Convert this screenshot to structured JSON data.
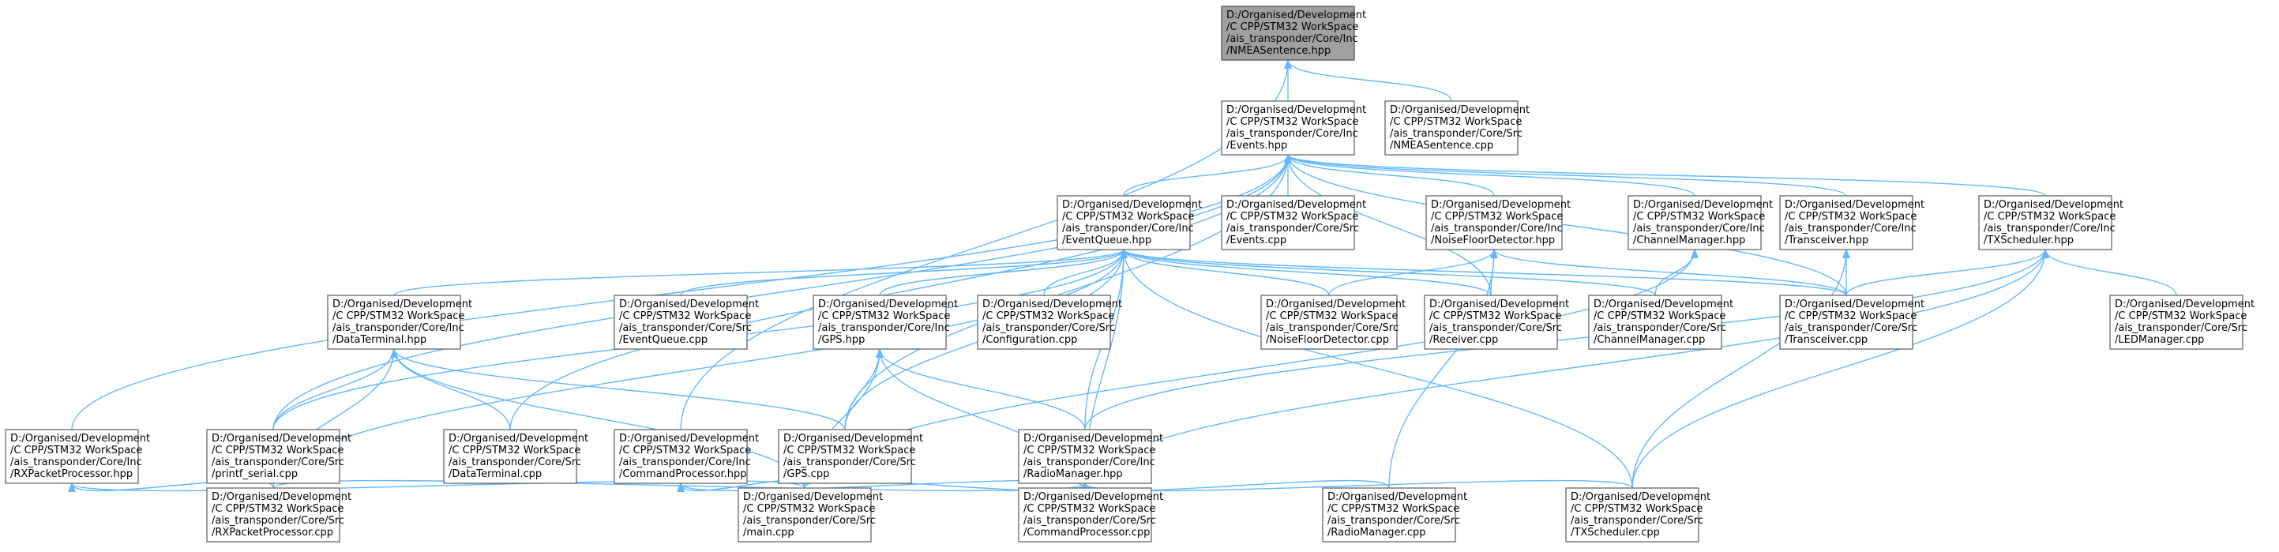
{
  "graph": {
    "edge_color": "#63b8ff",
    "root_fill": "#a0a0a0",
    "nodes": [
      {
        "id": "nmea_hpp",
        "lines": [
          "D:/Organised/Development",
          "/C CPP/STM32 WorkSpace",
          "/ais_transponder/Core/Inc",
          "/NMEASentence.hpp"
        ],
        "root": true
      },
      {
        "id": "events_hpp",
        "lines": [
          "D:/Organised/Development",
          "/C CPP/STM32 WorkSpace",
          "/ais_transponder/Core/Inc",
          "/Events.hpp"
        ]
      },
      {
        "id": "nmea_cpp",
        "lines": [
          "D:/Organised/Development",
          "/C CPP/STM32 WorkSpace",
          "/ais_transponder/Core/Src",
          "/NMEASentence.cpp"
        ]
      },
      {
        "id": "eventqueue_hpp",
        "lines": [
          "D:/Organised/Development",
          "/C CPP/STM32 WorkSpace",
          "/ais_transponder/Core/Inc",
          "/EventQueue.hpp"
        ]
      },
      {
        "id": "events_cpp",
        "lines": [
          "D:/Organised/Development",
          "/C CPP/STM32 WorkSpace",
          "/ais_transponder/Core/Src",
          "/Events.cpp"
        ]
      },
      {
        "id": "noisefloor_hpp",
        "lines": [
          "D:/Organised/Development",
          "/C CPP/STM32 WorkSpace",
          "/ais_transponder/Core/Inc",
          "/NoiseFloorDetector.hpp"
        ]
      },
      {
        "id": "channelmgr_hpp",
        "lines": [
          "D:/Organised/Development",
          "/C CPP/STM32 WorkSpace",
          "/ais_transponder/Core/Inc",
          "/ChannelManager.hpp"
        ]
      },
      {
        "id": "transceiver_hpp",
        "lines": [
          "D:/Organised/Development",
          "/C CPP/STM32 WorkSpace",
          "/ais_transponder/Core/Inc",
          "/Transceiver.hpp"
        ]
      },
      {
        "id": "txscheduler_hpp",
        "lines": [
          "D:/Organised/Development",
          "/C CPP/STM32 WorkSpace",
          "/ais_transponder/Core/Inc",
          "/TXScheduler.hpp"
        ]
      },
      {
        "id": "dataterminal_hpp",
        "lines": [
          "D:/Organised/Development",
          "/C CPP/STM32 WorkSpace",
          "/ais_transponder/Core/Inc",
          "/DataTerminal.hpp"
        ]
      },
      {
        "id": "eventqueue_cpp",
        "lines": [
          "D:/Organised/Development",
          "/C CPP/STM32 WorkSpace",
          "/ais_transponder/Core/Src",
          "/EventQueue.cpp"
        ]
      },
      {
        "id": "gps_hpp",
        "lines": [
          "D:/Organised/Development",
          "/C CPP/STM32 WorkSpace",
          "/ais_transponder/Core/Inc",
          "/GPS.hpp"
        ]
      },
      {
        "id": "configuration_cpp",
        "lines": [
          "D:/Organised/Development",
          "/C CPP/STM32 WorkSpace",
          "/ais_transponder/Core/Src",
          "/Configuration.cpp"
        ]
      },
      {
        "id": "noisefloor_cpp",
        "lines": [
          "D:/Organised/Development",
          "/C CPP/STM32 WorkSpace",
          "/ais_transponder/Core/Src",
          "/NoiseFloorDetector.cpp"
        ]
      },
      {
        "id": "receiver_cpp",
        "lines": [
          "D:/Organised/Development",
          "/C CPP/STM32 WorkSpace",
          "/ais_transponder/Core/Src",
          "/Receiver.cpp"
        ]
      },
      {
        "id": "channelmgr_cpp",
        "lines": [
          "D:/Organised/Development",
          "/C CPP/STM32 WorkSpace",
          "/ais_transponder/Core/Src",
          "/ChannelManager.cpp"
        ]
      },
      {
        "id": "transceiver_cpp",
        "lines": [
          "D:/Organised/Development",
          "/C CPP/STM32 WorkSpace",
          "/ais_transponder/Core/Src",
          "/Transceiver.cpp"
        ]
      },
      {
        "id": "ledmanager_cpp",
        "lines": [
          "D:/Organised/Development",
          "/C CPP/STM32 WorkSpace",
          "/ais_transponder/Core/Src",
          "/LEDManager.cpp"
        ]
      },
      {
        "id": "rxpacket_hpp",
        "lines": [
          "D:/Organised/Development",
          "/C CPP/STM32 WorkSpace",
          "/ais_transponder/Core/Inc",
          "/RXPacketProcessor.hpp"
        ]
      },
      {
        "id": "printf_cpp",
        "lines": [
          "D:/Organised/Development",
          "/C CPP/STM32 WorkSpace",
          "/ais_transponder/Core/Src",
          "/printf_serial.cpp"
        ]
      },
      {
        "id": "dataterminal_cpp",
        "lines": [
          "D:/Organised/Development",
          "/C CPP/STM32 WorkSpace",
          "/ais_transponder/Core/Src",
          "/DataTerminal.cpp"
        ]
      },
      {
        "id": "cmdproc_hpp",
        "lines": [
          "D:/Organised/Development",
          "/C CPP/STM32 WorkSpace",
          "/ais_transponder/Core/Inc",
          "/CommandProcessor.hpp"
        ]
      },
      {
        "id": "gps_cpp",
        "lines": [
          "D:/Organised/Development",
          "/C CPP/STM32 WorkSpace",
          "/ais_transponder/Core/Src",
          "/GPS.cpp"
        ]
      },
      {
        "id": "radiomgr_hpp",
        "lines": [
          "D:/Organised/Development",
          "/C CPP/STM32 WorkSpace",
          "/ais_transponder/Core/Inc",
          "/RadioManager.hpp"
        ]
      },
      {
        "id": "rxpacket_cpp",
        "lines": [
          "D:/Organised/Development",
          "/C CPP/STM32 WorkSpace",
          "/ais_transponder/Core/Src",
          "/RXPacketProcessor.cpp"
        ]
      },
      {
        "id": "main_cpp",
        "lines": [
          "D:/Organised/Development",
          "/C CPP/STM32 WorkSpace",
          "/ais_transponder/Core/Src",
          "/main.cpp"
        ]
      },
      {
        "id": "cmdproc_cpp",
        "lines": [
          "D:/Organised/Development",
          "/C CPP/STM32 WorkSpace",
          "/ais_transponder/Core/Src",
          "/CommandProcessor.cpp"
        ]
      },
      {
        "id": "radiomgr_cpp",
        "lines": [
          "D:/Organised/Development",
          "/C CPP/STM32 WorkSpace",
          "/ais_transponder/Core/Src",
          "/RadioManager.cpp"
        ]
      },
      {
        "id": "txscheduler_cpp",
        "lines": [
          "D:/Organised/Development",
          "/C CPP/STM32 WorkSpace",
          "/ais_transponder/Core/Src",
          "/TXScheduler.cpp"
        ]
      }
    ],
    "edges": [
      [
        "events_hpp",
        "nmea_hpp"
      ],
      [
        "nmea_cpp",
        "nmea_hpp"
      ],
      [
        "cmdproc_hpp",
        "nmea_hpp"
      ],
      [
        "eventqueue_hpp",
        "events_hpp"
      ],
      [
        "events_cpp",
        "events_hpp"
      ],
      [
        "noisefloor_hpp",
        "events_hpp"
      ],
      [
        "channelmgr_hpp",
        "events_hpp"
      ],
      [
        "transceiver_hpp",
        "events_hpp"
      ],
      [
        "txscheduler_hpp",
        "events_hpp"
      ],
      [
        "rxpacket_hpp",
        "events_hpp"
      ],
      [
        "printf_cpp",
        "events_hpp"
      ],
      [
        "dataterminal_cpp",
        "events_hpp"
      ],
      [
        "gps_cpp",
        "events_hpp"
      ],
      [
        "receiver_cpp",
        "events_hpp"
      ],
      [
        "transceiver_cpp",
        "events_hpp"
      ],
      [
        "dataterminal_hpp",
        "eventqueue_hpp"
      ],
      [
        "eventqueue_cpp",
        "eventqueue_hpp"
      ],
      [
        "gps_hpp",
        "eventqueue_hpp"
      ],
      [
        "configuration_cpp",
        "eventqueue_hpp"
      ],
      [
        "noisefloor_cpp",
        "eventqueue_hpp"
      ],
      [
        "receiver_cpp",
        "eventqueue_hpp"
      ],
      [
        "channelmgr_cpp",
        "eventqueue_hpp"
      ],
      [
        "transceiver_cpp",
        "eventqueue_hpp"
      ],
      [
        "radiomgr_hpp",
        "eventqueue_hpp"
      ],
      [
        "printf_cpp",
        "eventqueue_hpp"
      ],
      [
        "gps_cpp",
        "eventqueue_hpp"
      ],
      [
        "rxpacket_cpp",
        "eventqueue_hpp"
      ],
      [
        "cmdproc_cpp",
        "eventqueue_hpp"
      ],
      [
        "txscheduler_cpp",
        "eventqueue_hpp"
      ],
      [
        "noisefloor_cpp",
        "noisefloor_hpp"
      ],
      [
        "receiver_cpp",
        "noisefloor_hpp"
      ],
      [
        "transceiver_cpp",
        "noisefloor_hpp"
      ],
      [
        "radiomgr_cpp",
        "noisefloor_hpp"
      ],
      [
        "channelmgr_cpp",
        "channelmgr_hpp"
      ],
      [
        "main_cpp",
        "channelmgr_hpp"
      ],
      [
        "transceiver_cpp",
        "transceiver_hpp"
      ],
      [
        "txscheduler_cpp",
        "transceiver_hpp"
      ],
      [
        "ledmanager_cpp",
        "txscheduler_hpp"
      ],
      [
        "transceiver_cpp",
        "txscheduler_hpp"
      ],
      [
        "radiomgr_hpp",
        "txscheduler_hpp"
      ],
      [
        "cmdproc_cpp",
        "txscheduler_hpp"
      ],
      [
        "txscheduler_cpp",
        "txscheduler_hpp"
      ],
      [
        "printf_cpp",
        "dataterminal_hpp"
      ],
      [
        "dataterminal_cpp",
        "dataterminal_hpp"
      ],
      [
        "gps_cpp",
        "dataterminal_hpp"
      ],
      [
        "main_cpp",
        "dataterminal_hpp"
      ],
      [
        "rxpacket_cpp",
        "dataterminal_hpp"
      ],
      [
        "gps_cpp",
        "gps_hpp"
      ],
      [
        "radiomgr_hpp",
        "gps_hpp"
      ],
      [
        "main_cpp",
        "gps_hpp"
      ],
      [
        "cmdproc_cpp",
        "gps_hpp"
      ],
      [
        "rxpacket_cpp",
        "rxpacket_hpp"
      ],
      [
        "main_cpp",
        "rxpacket_hpp"
      ],
      [
        "main_cpp",
        "cmdproc_hpp"
      ],
      [
        "cmdproc_cpp",
        "cmdproc_hpp"
      ],
      [
        "main_cpp",
        "radiomgr_hpp"
      ],
      [
        "cmdproc_cpp",
        "radiomgr_hpp"
      ],
      [
        "radiomgr_cpp",
        "radiomgr_hpp"
      ],
      [
        "txscheduler_cpp",
        "radiomgr_hpp"
      ],
      [
        "rxpacket_cpp",
        "radiomgr_hpp"
      ]
    ]
  }
}
